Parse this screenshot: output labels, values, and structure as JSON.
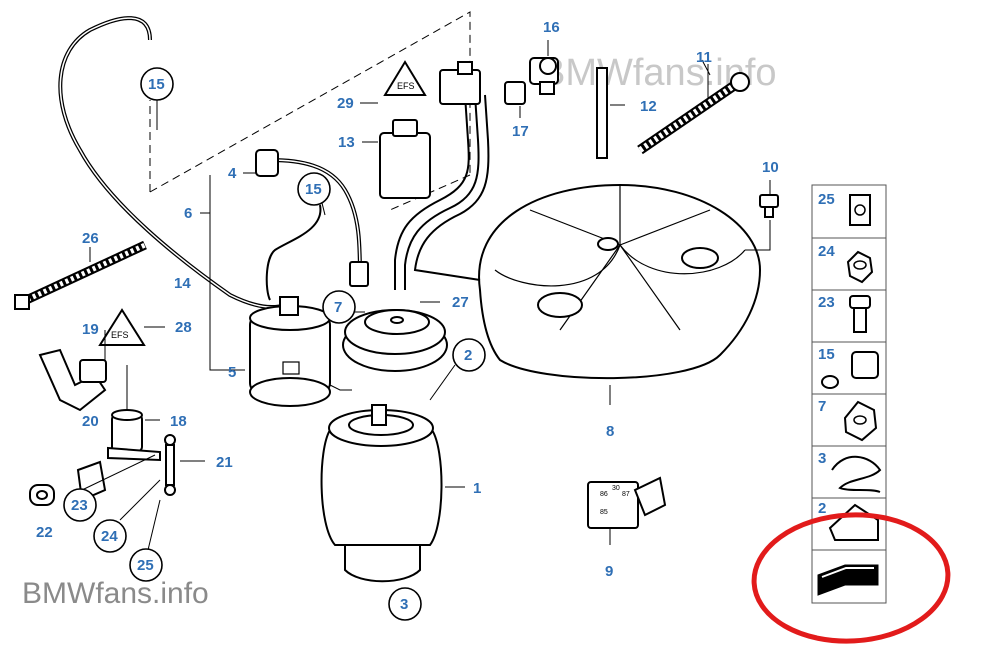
{
  "watermark_top": "BMWfans.info",
  "watermark_bottom_left": "BMWfans.info",
  "callouts": {
    "p1": "1",
    "p2": "2",
    "p3": "3",
    "p4": "4",
    "p5": "5",
    "p6": "6",
    "p7": "7",
    "p8": "8",
    "p9": "9",
    "p10": "10",
    "p11": "11",
    "p12": "12",
    "p13": "13",
    "p14": "14",
    "p15a": "15",
    "p15b": "15",
    "p16": "16",
    "p17": "17",
    "p18": "18",
    "p19": "19",
    "p20": "20",
    "p21": "21",
    "p22": "22",
    "p23": "23",
    "p24": "24",
    "p25": "25",
    "p26": "26",
    "p27": "27",
    "p28": "28",
    "p29": "29"
  },
  "legend": [
    "25",
    "24",
    "23",
    "15",
    "7",
    "3",
    "2",
    ""
  ],
  "relay_pins": [
    "86",
    "30",
    "87",
    "85"
  ],
  "colors": {
    "callout": "#2f6fb5",
    "highlight": "#e21b1b"
  }
}
